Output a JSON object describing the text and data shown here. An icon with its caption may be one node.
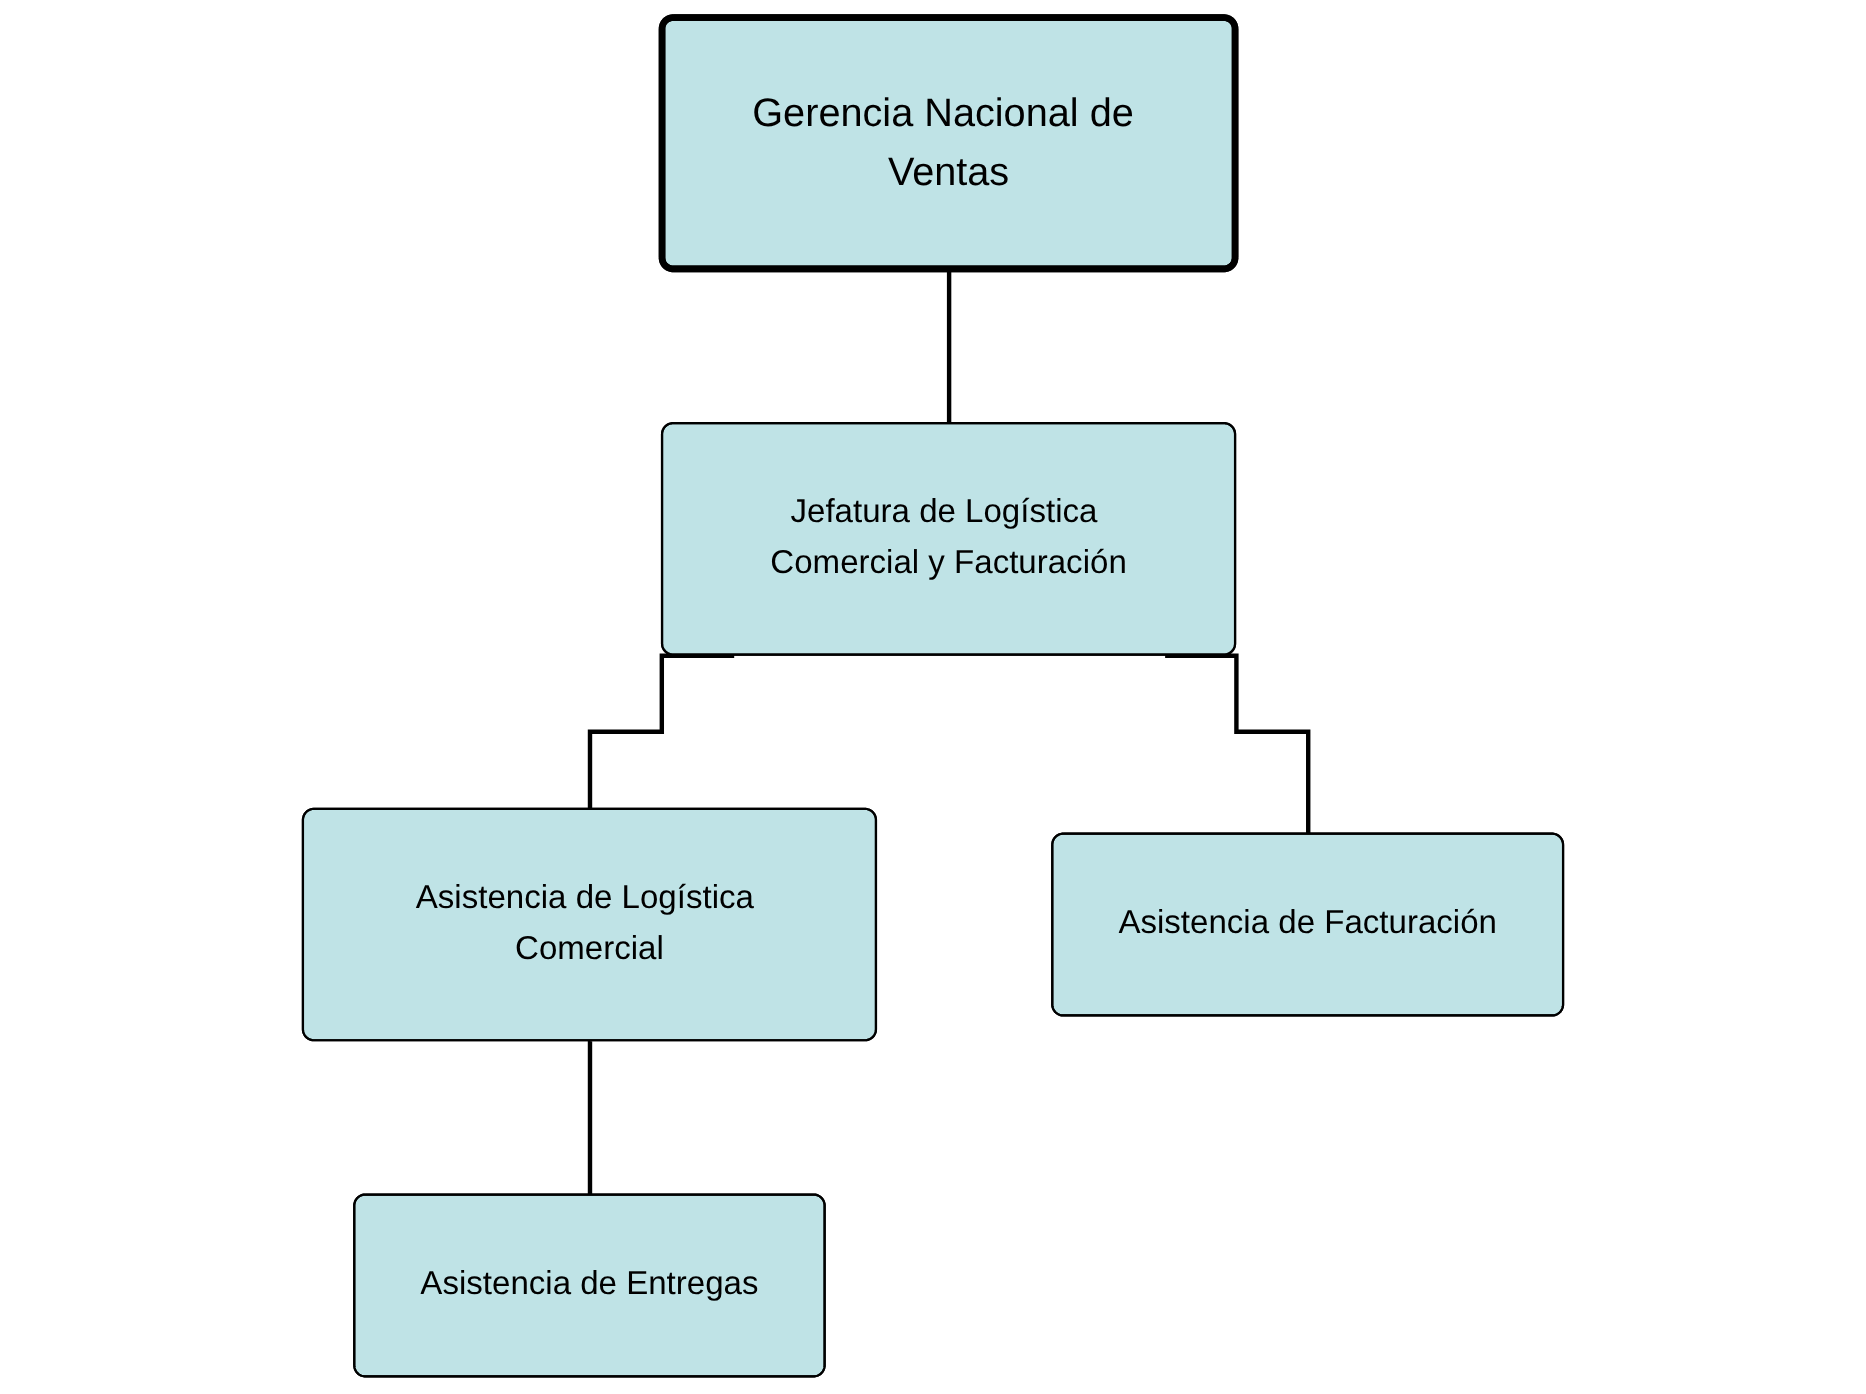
{
  "diagram": {
    "nodes": [
      {
        "text": [
          "Gerencia Nacional de Ventas"
        ]
      },
      {
        "text": [
          "Jefatura de Logística Comercial y Facturación"
        ]
      },
      {
        "text": [
          "Asistencia de Logística Comercial"
        ]
      },
      {
        "text": [
          "Asistencia de Facturación"
        ]
      },
      {
        "text": [
          "Asistencia de Entregas"
        ]
      }
    ],
    "edges": [
      {
        "from": 0,
        "to": 1,
        "arrow": "none"
      },
      {
        "from": 1,
        "to": 2,
        "arrow": "none"
      },
      {
        "from": 1,
        "to": 3,
        "arrow": "none"
      },
      {
        "from": 2,
        "to": 4,
        "arrow": "none"
      }
    ]
  }
}
